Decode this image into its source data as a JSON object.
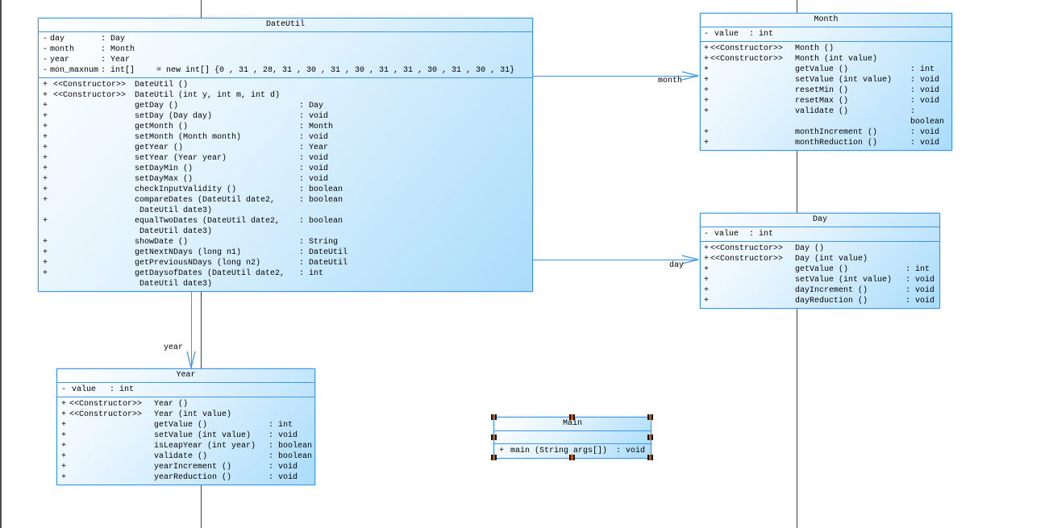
{
  "colors": {
    "box_border": "#3e96ea",
    "box_fill_light": "#ffffff",
    "box_fill_dark": "#a9dcfb",
    "line": "#3e96ea",
    "guide_line": "#3f3f3f",
    "handle_black": "#141414",
    "handle_orange": "#c05a10"
  },
  "classes": {
    "dateutil": {
      "title": "DateUtil",
      "attributes": [
        {
          "vis": "-",
          "name": "day",
          "type": ": Day",
          "extra": ""
        },
        {
          "vis": "-",
          "name": "month",
          "type": ": Month",
          "extra": ""
        },
        {
          "vis": "-",
          "name": "year",
          "type": ": Year",
          "extra": ""
        },
        {
          "vis": "-",
          "name": "mon_maxnum",
          "type": ": int[]",
          "extra": "= new int[] {0 , 31 , 28, 31 , 30 , 31 , 30 , 31 , 31 , 30 , 31 , 30 , 31}"
        }
      ],
      "methods": [
        {
          "vis": "+",
          "stereo": "<<Constructor>>",
          "sig": "DateUtil ()",
          "ret": ""
        },
        {
          "vis": "+",
          "stereo": "<<Constructor>>",
          "sig": "DateUtil (int y, int m, int d)",
          "ret": ""
        },
        {
          "vis": "+",
          "stereo": "",
          "sig": "getDay ()",
          "ret": ": Day"
        },
        {
          "vis": "+",
          "stereo": "",
          "sig": "setDay (Day day)",
          "ret": ": void"
        },
        {
          "vis": "+",
          "stereo": "",
          "sig": "getMonth ()",
          "ret": ": Month"
        },
        {
          "vis": "+",
          "stereo": "",
          "sig": "setMonth (Month month)",
          "ret": ": void"
        },
        {
          "vis": "+",
          "stereo": "",
          "sig": "getYear ()",
          "ret": ": Year"
        },
        {
          "vis": "+",
          "stereo": "",
          "sig": "setYear (Year year)",
          "ret": ": void"
        },
        {
          "vis": "+",
          "stereo": "",
          "sig": "setDayMin ()",
          "ret": ": void"
        },
        {
          "vis": "+",
          "stereo": "",
          "sig": "setDayMax ()",
          "ret": ": void"
        },
        {
          "vis": "+",
          "stereo": "",
          "sig": "checkInputValidity ()",
          "ret": ": boolean"
        },
        {
          "vis": "+",
          "stereo": "",
          "sig": "compareDates (DateUtil date2,\n DateUtil date3)",
          "ret": ": boolean"
        },
        {
          "vis": "+",
          "stereo": "",
          "sig": "equalTwoDates (DateUtil date2,\n DateUtil date3)",
          "ret": ": boolean"
        },
        {
          "vis": "+",
          "stereo": "",
          "sig": "showDate ()",
          "ret": ": String"
        },
        {
          "vis": "+",
          "stereo": "",
          "sig": "getNextNDays (long n1)",
          "ret": ": DateUtil"
        },
        {
          "vis": "+",
          "stereo": "",
          "sig": "getPreviousNDays (long n2)",
          "ret": ": DateUtil"
        },
        {
          "vis": "+",
          "stereo": "",
          "sig": "getDaysofDates (DateUtil date2,\n DateUtil date3)",
          "ret": ": int"
        }
      ]
    },
    "month": {
      "title": "Month",
      "attributes": [
        {
          "vis": "-",
          "name": "value",
          "type": ": int"
        }
      ],
      "methods": [
        {
          "vis": "+",
          "stereo": "<<Constructor>>",
          "sig": "Month ()",
          "ret": ""
        },
        {
          "vis": "+",
          "stereo": "<<Constructor>>",
          "sig": "Month (int value)",
          "ret": ""
        },
        {
          "vis": "+",
          "stereo": "",
          "sig": "getValue ()",
          "ret": ": int"
        },
        {
          "vis": "+",
          "stereo": "",
          "sig": "setValue (int value)",
          "ret": ": void"
        },
        {
          "vis": "+",
          "stereo": "",
          "sig": "resetMin ()",
          "ret": ": void"
        },
        {
          "vis": "+",
          "stereo": "",
          "sig": "resetMax ()",
          "ret": ": void"
        },
        {
          "vis": "+",
          "stereo": "",
          "sig": "validate ()",
          "ret": ": boolean"
        },
        {
          "vis": "+",
          "stereo": "",
          "sig": "monthIncrement ()",
          "ret": ": void"
        },
        {
          "vis": "+",
          "stereo": "",
          "sig": "monthReduction ()",
          "ret": ": void"
        }
      ]
    },
    "day": {
      "title": "Day",
      "attributes": [
        {
          "vis": "-",
          "name": "value",
          "type": ": int"
        }
      ],
      "methods": [
        {
          "vis": "+",
          "stereo": "<<Constructor>>",
          "sig": "Day ()",
          "ret": ""
        },
        {
          "vis": "+",
          "stereo": "<<Constructor>>",
          "sig": "Day (int value)",
          "ret": ""
        },
        {
          "vis": "+",
          "stereo": "",
          "sig": "getValue ()",
          "ret": ": int"
        },
        {
          "vis": "+",
          "stereo": "",
          "sig": "setValue (int value)",
          "ret": ": void"
        },
        {
          "vis": "+",
          "stereo": "",
          "sig": "dayIncrement ()",
          "ret": ": void"
        },
        {
          "vis": "+",
          "stereo": "",
          "sig": "dayReduction ()",
          "ret": ": void"
        }
      ]
    },
    "year": {
      "title": "Year",
      "attributes": [
        {
          "vis": "-",
          "name": "value",
          "type": ": int"
        }
      ],
      "methods": [
        {
          "vis": "+",
          "stereo": "<<Constructor>>",
          "sig": "Year ()",
          "ret": ""
        },
        {
          "vis": "+",
          "stereo": "<<Constructor>>",
          "sig": "Year (int value)",
          "ret": ""
        },
        {
          "vis": "+",
          "stereo": "",
          "sig": "getValue ()",
          "ret": ": int"
        },
        {
          "vis": "+",
          "stereo": "",
          "sig": "setValue (int value)",
          "ret": ": void"
        },
        {
          "vis": "+",
          "stereo": "",
          "sig": "isLeapYear (int year)",
          "ret": ": boolean"
        },
        {
          "vis": "+",
          "stereo": "",
          "sig": "validate ()",
          "ret": ": boolean"
        },
        {
          "vis": "+",
          "stereo": "",
          "sig": "yearIncrement ()",
          "ret": ": void"
        },
        {
          "vis": "+",
          "stereo": "",
          "sig": "yearReduction ()",
          "ret": ": void"
        }
      ]
    },
    "main": {
      "title": "Main",
      "attributes": [],
      "methods": [
        {
          "vis": "+",
          "stereo": "",
          "sig": "main (String args[])",
          "ret": ": void"
        }
      ]
    }
  },
  "associations": {
    "month": {
      "label": "month"
    },
    "day": {
      "label": "day"
    },
    "year": {
      "label": "year"
    }
  }
}
